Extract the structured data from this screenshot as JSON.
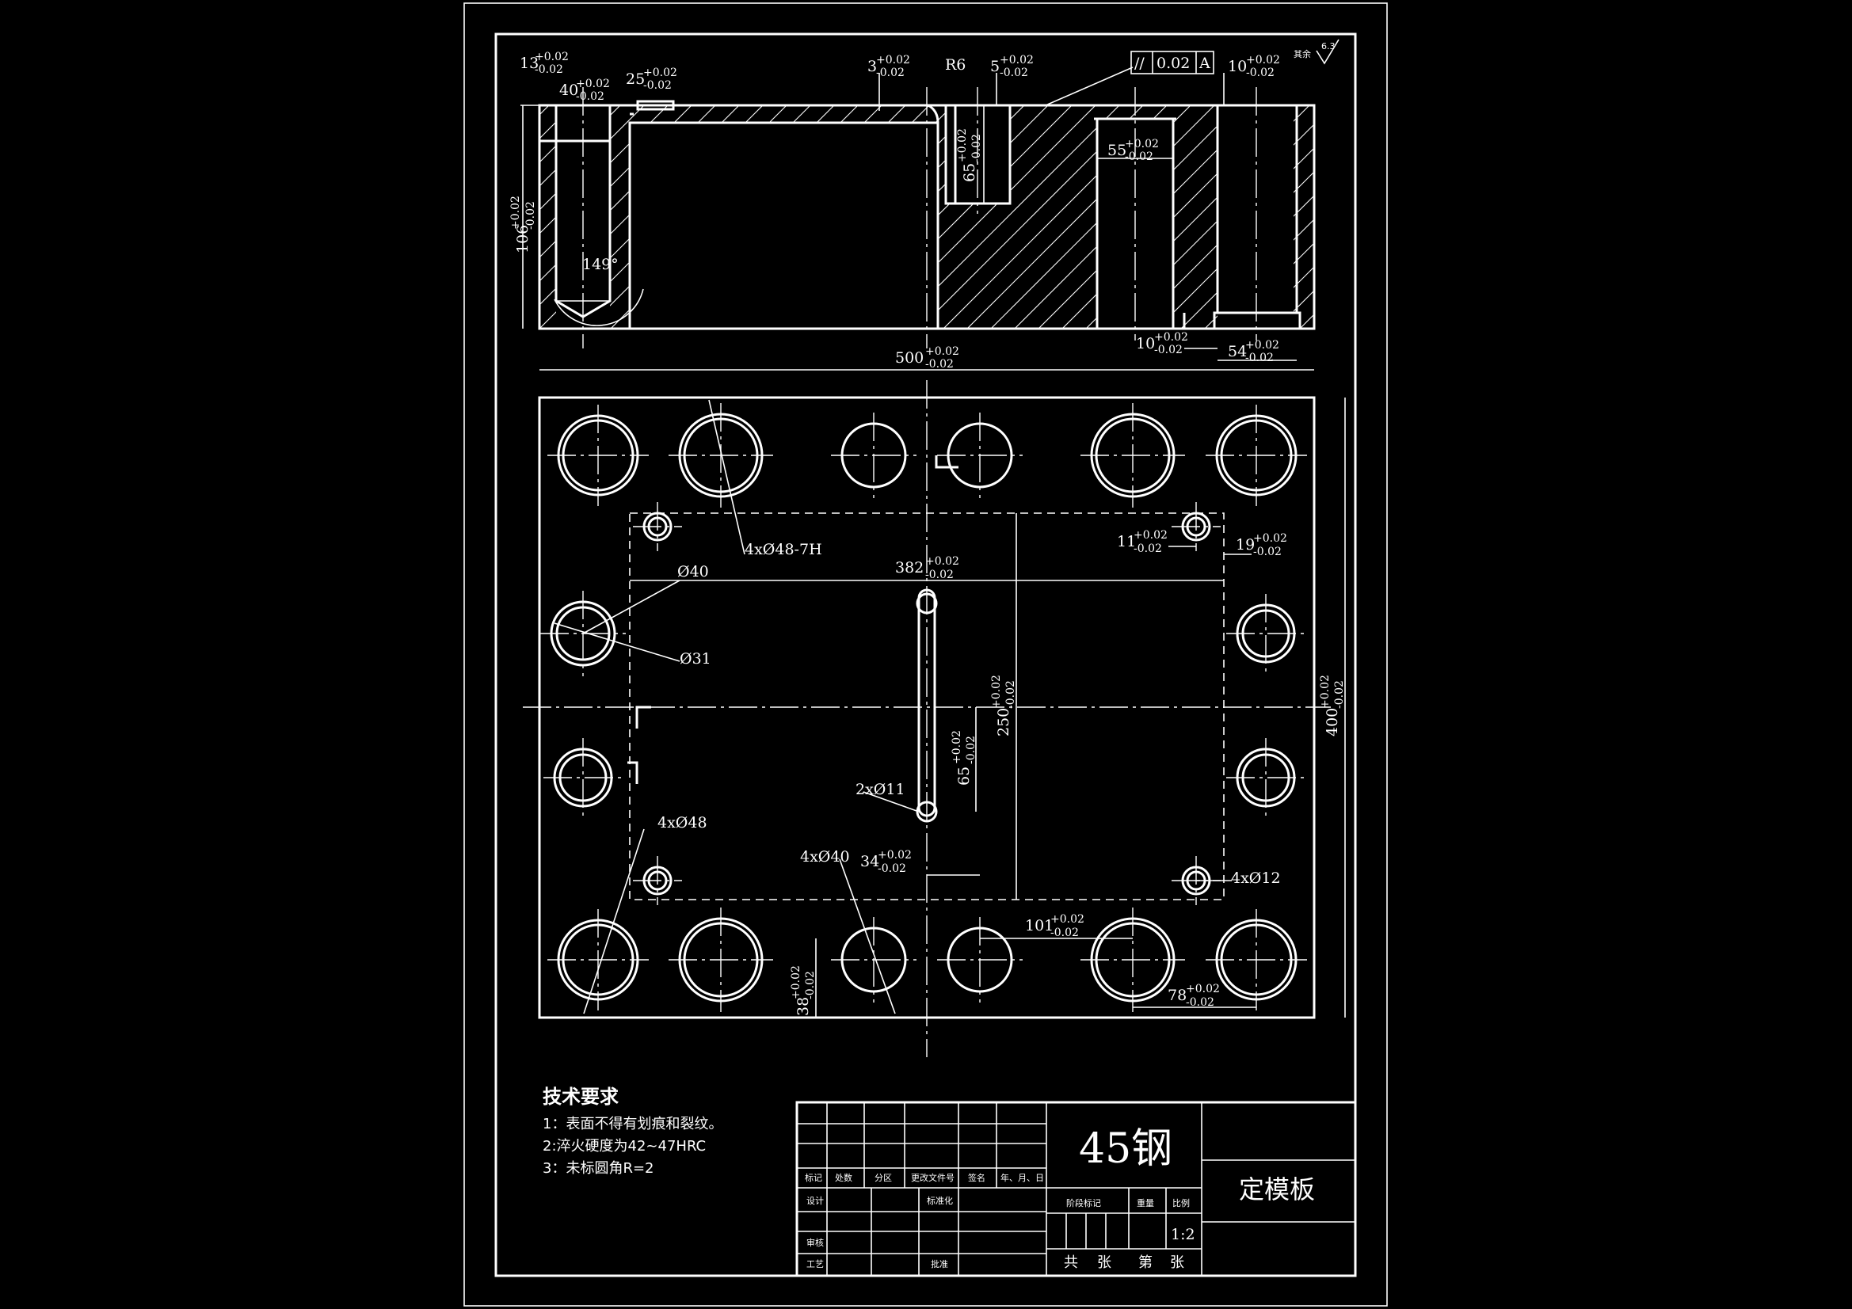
{
  "section_view": {
    "dims": {
      "d13": "13",
      "d13_tol_up": "+0.02",
      "d13_tol_lo": "-0.02",
      "d40": "40",
      "d40_tol_up": "+0.02",
      "d40_tol_lo": "-0.02",
      "d25": "25",
      "d25_tol_up": "+0.02",
      "d25_tol_lo": "-0.02",
      "d3": "3",
      "d3_tol_up": "+0.02",
      "d3_tol_lo": "-0.02",
      "r6": "R6",
      "d5": "5",
      "d5_tol_up": "+0.02",
      "d5_tol_lo": "-0.02",
      "d10": "10",
      "d10_tol_up": "+0.02",
      "d10_tol_lo": "-0.02",
      "d106": "106",
      "d106_tol_up": "+0.02",
      "d106_tol_lo": "-0.02",
      "d65": "65",
      "d65_tol_up": "+0.02",
      "d65_tol_lo": "-0.02",
      "d55": "55",
      "d55_tol_up": "+0.02",
      "d55_tol_lo": "-0.02",
      "angle": "149°",
      "d10b": "10",
      "d10b_tol_up": "+0.02",
      "d10b_tol_lo": "-0.02",
      "d54": "54",
      "d54_tol_up": "+0.02",
      "d54_tol_lo": "-0.02",
      "d500": "500",
      "d500_tol_up": "+0.02",
      "d500_tol_lo": "-0.02"
    },
    "tolerance_frame": {
      "symbol": "//",
      "value": "0.02",
      "datum": "A"
    },
    "rest_roughness": {
      "label": "其余",
      "value": "6.3"
    }
  },
  "plan_view": {
    "callouts": {
      "holes_48_7h": "4xØ48-7H",
      "d40": "Ø40",
      "d31": "Ø31",
      "holes_48": "4xØ48",
      "holes_40": "4xØ40",
      "holes_11": "2xØ11",
      "holes_12": "4xØ12"
    },
    "dims": {
      "d382": "382",
      "d382_tol_up": "+0.02",
      "d382_tol_lo": "-0.02",
      "d11": "11",
      "d11_tol_up": "+0.02",
      "d11_tol_lo": "-0.02",
      "d19": "19",
      "d19_tol_up": "+0.02",
      "d19_tol_lo": "-0.02",
      "d250": "250",
      "d250_tol_up": "+0.02",
      "d250_tol_lo": "-0.02",
      "d400": "400",
      "d400_tol_up": "+0.02",
      "d400_tol_lo": "-0.02",
      "d65": "65",
      "d65_tol_up": "+0.02",
      "d65_tol_lo": "-0.02",
      "d34": "34",
      "d34_tol_up": "+0.02",
      "d34_tol_lo": "-0.02",
      "d101": "101",
      "d101_tol_up": "+0.02",
      "d101_tol_lo": "-0.02",
      "d38": "38",
      "d38_tol_up": "+0.02",
      "d38_tol_lo": "-0.02",
      "d78": "78",
      "d78_tol_up": "+0.02",
      "d78_tol_lo": "-0.02"
    }
  },
  "tech_requirements": {
    "title": "技术要求",
    "items": [
      "1：表面不得有划痕和裂纹。",
      "2:淬火硬度为42~47HRC",
      "3：未标圆角R=2"
    ]
  },
  "title_block": {
    "material": "45钢",
    "part_name": "定模板",
    "headers": [
      "标记",
      "处数",
      "分区",
      "更改文件号",
      "签名",
      "年、月、日"
    ],
    "rows": [
      "设计",
      "标准化",
      "审核",
      "工艺",
      "批准"
    ],
    "stage_label": "阶段标记",
    "weight_label": "重量",
    "scale_label": "比例",
    "scale": "1:2",
    "sheet_total": "共",
    "sheet_unit": "张",
    "sheet_num": "第",
    "sheet_unit2": "张"
  }
}
